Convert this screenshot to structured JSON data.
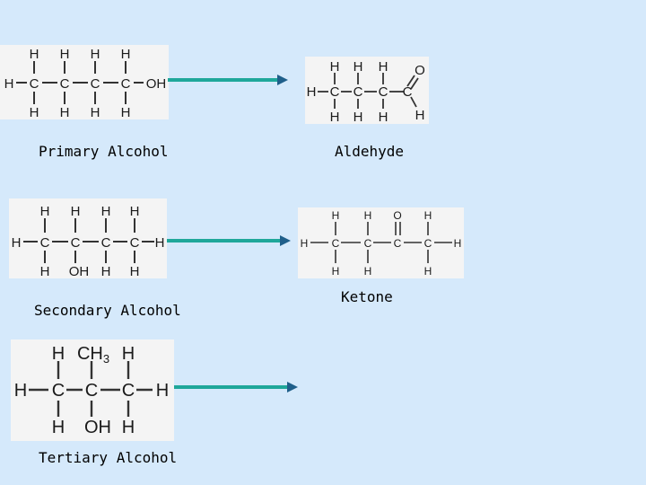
{
  "colors": {
    "background": "#d5e9fb",
    "structure_box": "#f4f4f4",
    "arrow": "#1fa79a"
  },
  "captions": {
    "primary": "Primary Alcohol",
    "aldehyde": "Aldehyde",
    "secondary": "Secondary Alcohol",
    "ketone": "Ketone",
    "tertiary": "Tertiary Alcohol"
  },
  "labels": {
    "H": "H",
    "C": "C",
    "O": "O",
    "OH": "OH",
    "CH3": "CH",
    "sub3": "3"
  }
}
